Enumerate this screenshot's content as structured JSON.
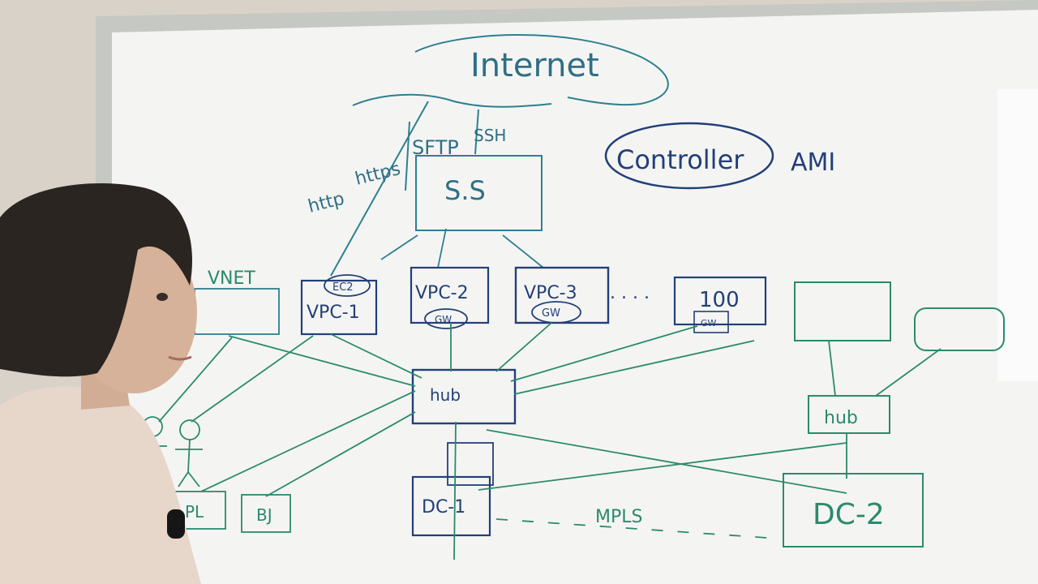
{
  "colors": {
    "wall": "#d9d4cb",
    "board": "#f4f5f3",
    "frame": "#c6c8c4",
    "ink_teal": "#2f7f8f",
    "ink_blue": "#203a78",
    "ink_green": "#2b8a6c",
    "person_hair": "#2b2522",
    "person_skin": "#d6b29a",
    "person_shirt": "#e7d6ca"
  },
  "whiteboard": {
    "internet": "Internet",
    "protocols": [
      "http",
      "https",
      "SFTP",
      "SSH"
    ],
    "ss": "S.S",
    "controller": "Controller",
    "ami": "AMI",
    "vnet": "VNET",
    "vpc1": "VPC-1",
    "ec2": "EC2",
    "vpc2": "VPC-2",
    "vpc3": "VPC-3",
    "gw": "GW",
    "ellipsis": ". . . .",
    "n100": "100",
    "hub_left": "hub",
    "hub_right": "hub",
    "dc1": "DC-1",
    "dc2": "DC-2",
    "mpls": "MPLS",
    "pl": "PL",
    "bj": "BJ"
  }
}
